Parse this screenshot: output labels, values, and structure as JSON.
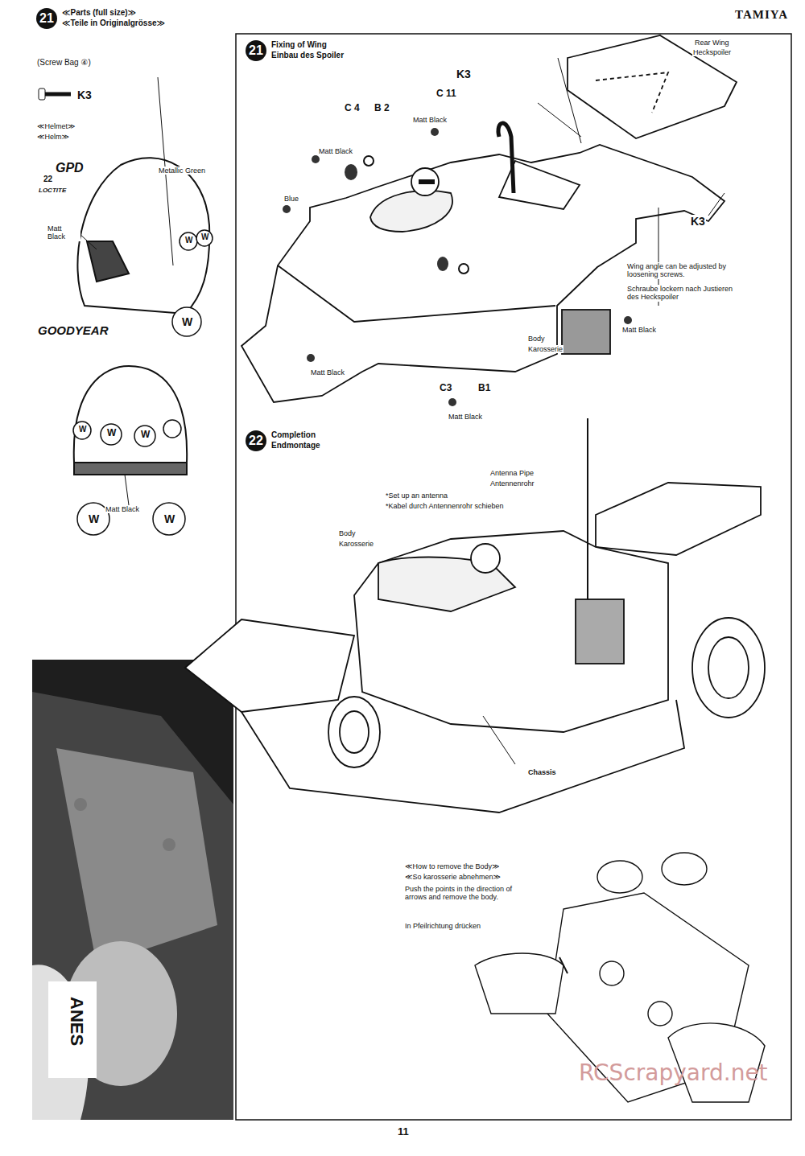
{
  "diagram": {
    "nodes": [
      {
        "text": [
          "21",
          "≪Parts (full size)≫",
          "≪Teile in Originalgrösse≫"
        ]
      },
      {
        "text": [
          "21",
          "Fixing of Wing",
          "Einbau des Spoiler"
        ]
      },
      {
        "text": [
          "22",
          "Completion",
          "Endmontage"
        ]
      }
    ],
    "labels": [
      "TAMIYA",
      "(Screw Bag ④)",
      "K3",
      "≪Helmet≫",
      "≪Helm≫",
      "GPD",
      "Metallic Green",
      "22",
      "LOCTITE",
      "Matt Black",
      "GOODYEAR",
      "W",
      "W",
      "W",
      "W",
      "W",
      "W",
      "Matt Black",
      "W",
      "W",
      "Rear Wing",
      "Heckspoiler",
      "K3",
      "C 4",
      "B 2",
      "C 11",
      "Matt Black",
      "Matt Black",
      "Blue",
      "K3",
      "Wing angle can be adjusted by loosening screws.",
      "Schraube lockern nach Justieren des Heckspoiler",
      "Matt Black",
      "Body",
      "Karosserie",
      "Matt Black",
      "C3",
      "B1",
      "Matt Black",
      "Antenna Pipe",
      "Antennenrohr",
      "*Set up an antenna",
      "*Kabel durch Antennenrohr schieben",
      "Body",
      "Karosserie",
      "Chassis",
      "≪How to remove the Body≫",
      "≪So karosserie abnehmen≫",
      "Push the points in the direction of arrows and remove the body.",
      "In Pfeilrichtung drücken",
      "ANES",
      "11",
      "RCScrapyard.net"
    ]
  }
}
